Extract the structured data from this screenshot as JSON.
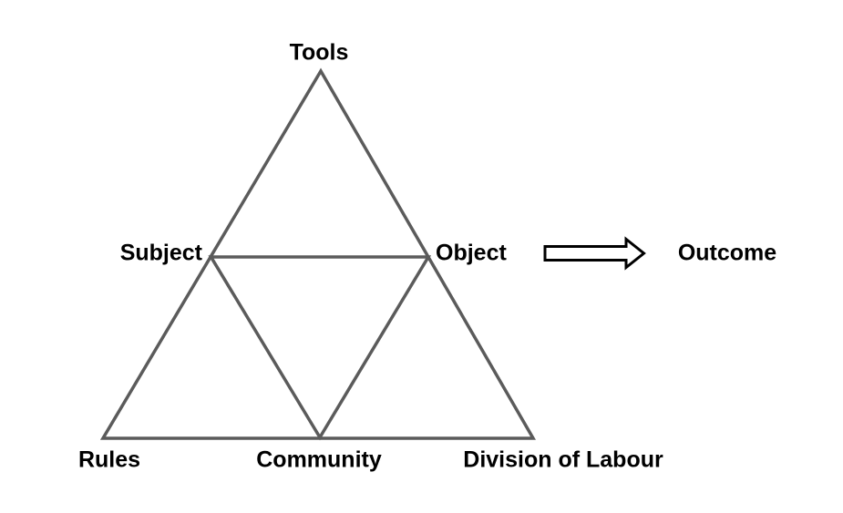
{
  "diagram": {
    "nodes": {
      "tools": "Tools",
      "subject": "Subject",
      "object": "Object",
      "outcome": "Outcome",
      "rules": "Rules",
      "community": "Community",
      "division_of_labour": "Division of Labour"
    },
    "colors": {
      "triangle_line": "#5b5b5b",
      "arrow_outline": "#000000",
      "label_text": "#000000",
      "background": "#ffffff"
    }
  }
}
